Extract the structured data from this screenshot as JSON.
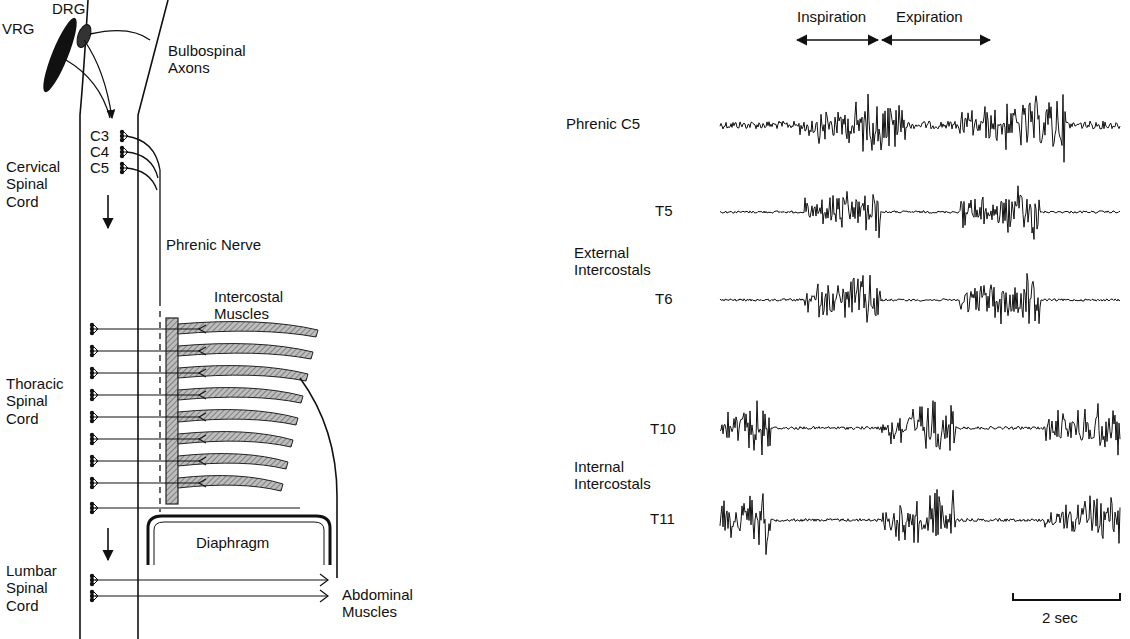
{
  "diagram": {
    "labels": [
      "VRG",
      "DRG",
      "Bulbospinal Axons",
      "C3",
      "C4",
      "C5",
      "Cervical Spinal Cord",
      "Phrenic Nerve",
      "Intercostal Muscles",
      "Thoracic Spinal Cord",
      "Diaphragm",
      "Lumbar Spinal Cord",
      "Abdominal Muscles",
      "Inspiration",
      "Expiration",
      "Phrenic C5",
      "T5",
      "External Intercostals",
      "T6",
      "T10",
      "Internal Intercostals",
      "T11",
      "2 sec"
    ]
  }
}
